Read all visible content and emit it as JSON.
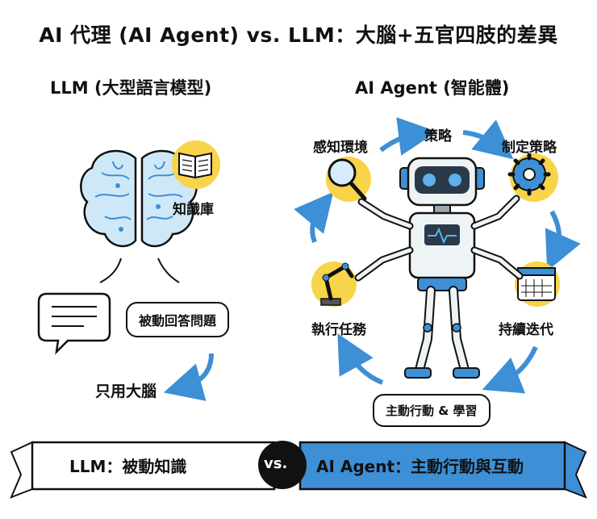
{
  "title": "AI 代理 (AI Agent) vs. LLM：大腦+五官四肢的差異",
  "left": {
    "heading": "LLM (大型語言模型)",
    "knowledge_label": "知識庫",
    "answer_bubble": "被動回答問題",
    "brain_only": "只用大腦"
  },
  "right": {
    "heading": "AI Agent (智能體)",
    "cycle": {
      "perceive": "感知環境",
      "strategy": "策略",
      "plan": "制定策略",
      "iterate": "持續迭代",
      "execute": "執行任務"
    },
    "action_bubble": "主動行動 & 學習"
  },
  "banner": {
    "left_text": "LLM：被動知識",
    "vs": "vs.",
    "right_text": "AI Agent：主動行動與互動"
  },
  "colors": {
    "accent_blue": "#3d8fd6",
    "light_blue": "#bfe0f5",
    "yellow": "#f7d44a",
    "dark": "#111111"
  }
}
